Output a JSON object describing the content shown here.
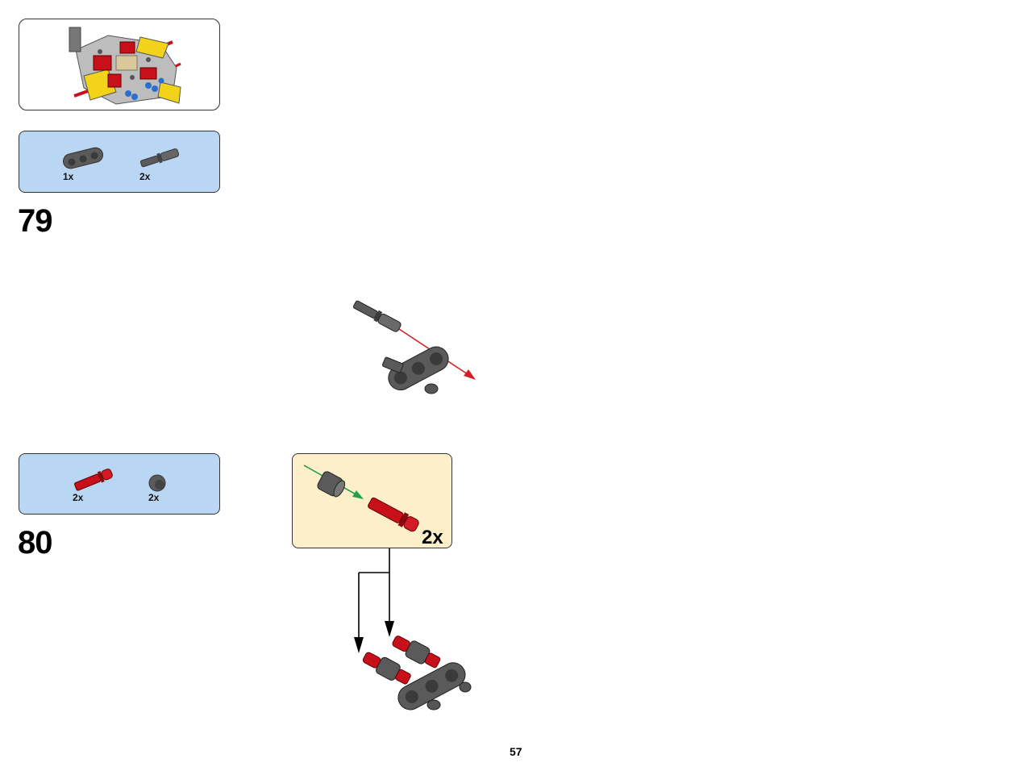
{
  "steps": [
    {
      "number": "79",
      "parts": [
        {
          "icon": "beam-3-dark-grey-icon",
          "qty": "1x"
        },
        {
          "icon": "axle-pin-dark-grey-icon",
          "qty": "2x"
        }
      ]
    },
    {
      "number": "80",
      "parts": [
        {
          "icon": "friction-pin-red-icon",
          "qty": "2x"
        },
        {
          "icon": "bush-dark-grey-icon",
          "qty": "2x"
        }
      ],
      "subassembly_multiplier": "2x"
    }
  ],
  "page_number": "57",
  "colors": {
    "parts_box": "#b9d6f2",
    "subassembly_box": "#fdefc9",
    "dark_grey": "#5a5a5a",
    "red": "#c8101a",
    "yellow": "#f2d31a",
    "blue": "#2a6fcf",
    "light_grey": "#bdbdbd",
    "arrow_red": "#d21f2a",
    "arrow_green": "#23a04a"
  }
}
